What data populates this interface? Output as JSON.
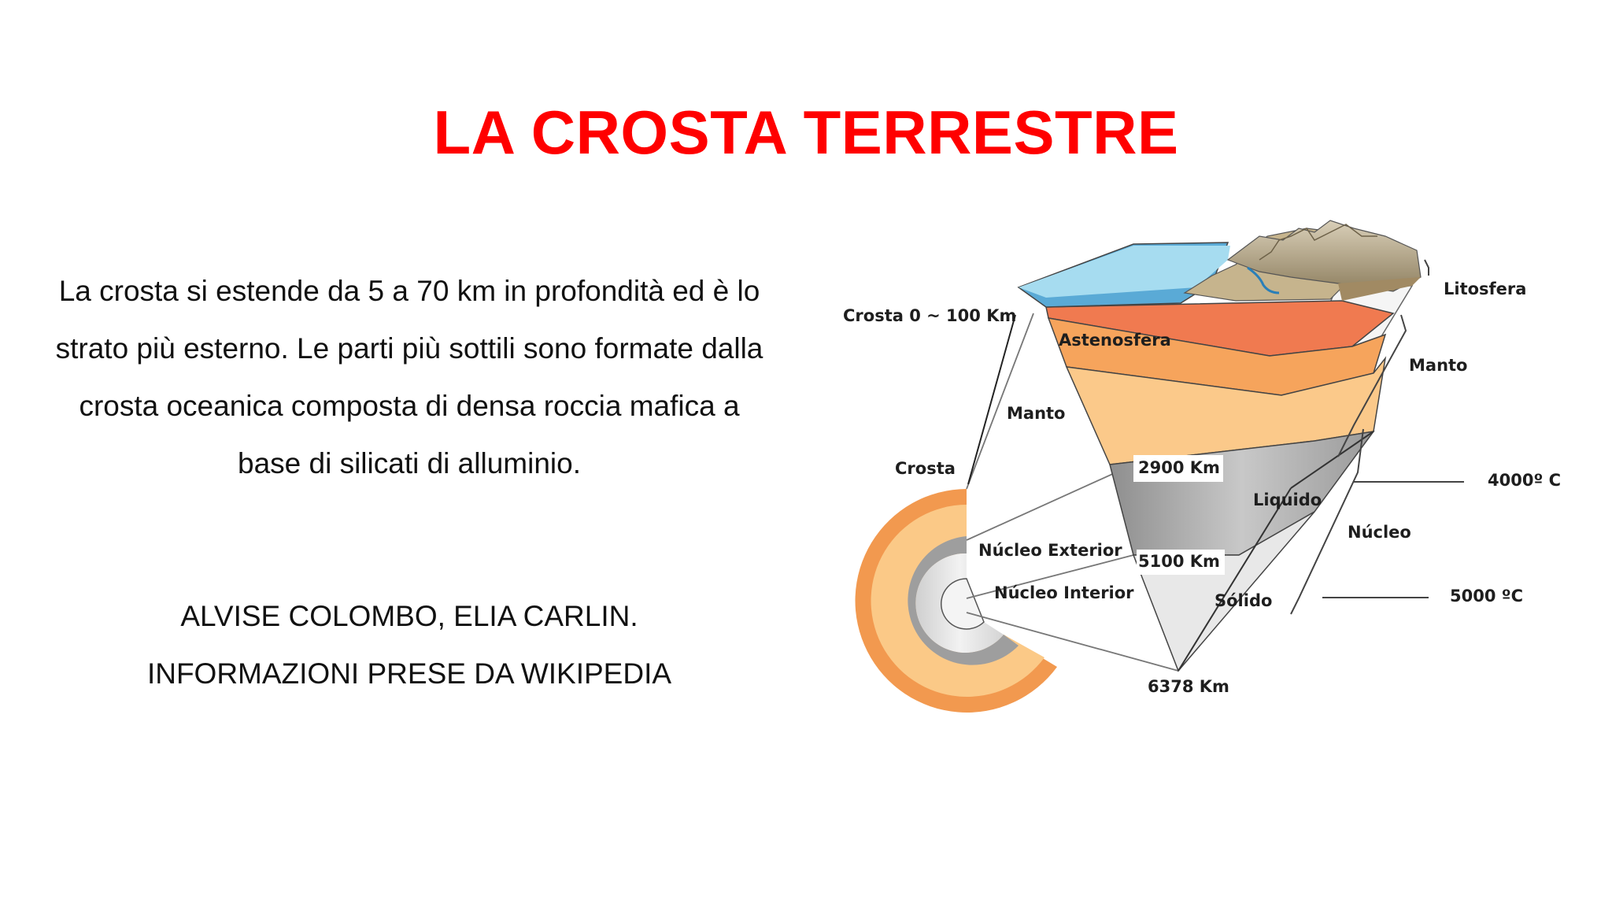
{
  "slide": {
    "title": "LA CROSTA TERRESTRE",
    "paragraph": "La crosta si estende da 5 a 70 km in profondità ed è lo strato più esterno. Le parti più sottili sono formate dalla crosta oceanica composta di densa roccia mafica a base di silicati di alluminio.",
    "credit_line_1": "ALVISE COLOMBO, ELIA CARLIN.",
    "credit_line_2": "INFORMAZIONI PRESE DA WIKIPEDIA"
  },
  "diagram": {
    "labels": {
      "crosta_range": "Crosta 0 ~ 100 Km",
      "astenosfera": "Astenosfera",
      "manto_left": "Manto",
      "crosta": "Crosta",
      "km_2900": "2900 Km",
      "liquido": "Liquido",
      "nucleo_exterior": "Núcleo Exterior",
      "km_5100": "5100 Km",
      "nucleo_interior": "Núcleo Interior",
      "solido": "Sólido",
      "km_6378": "6378 Km",
      "litosfera": "Litosfera",
      "manto_right": "Manto",
      "temp_4000": "4000º C",
      "nucleo": "Núcleo",
      "temp_5000": "5000 ºC"
    },
    "colors": {
      "title_red": "#ff0000",
      "ocean": "#7fc6e6",
      "astenosfera": "#f07a50",
      "mantle_upper": "#f6a45c",
      "mantle_lower": "#fbc27a",
      "outer_core": "#b8b8b8",
      "inner_core": "#e6e6e6"
    }
  }
}
